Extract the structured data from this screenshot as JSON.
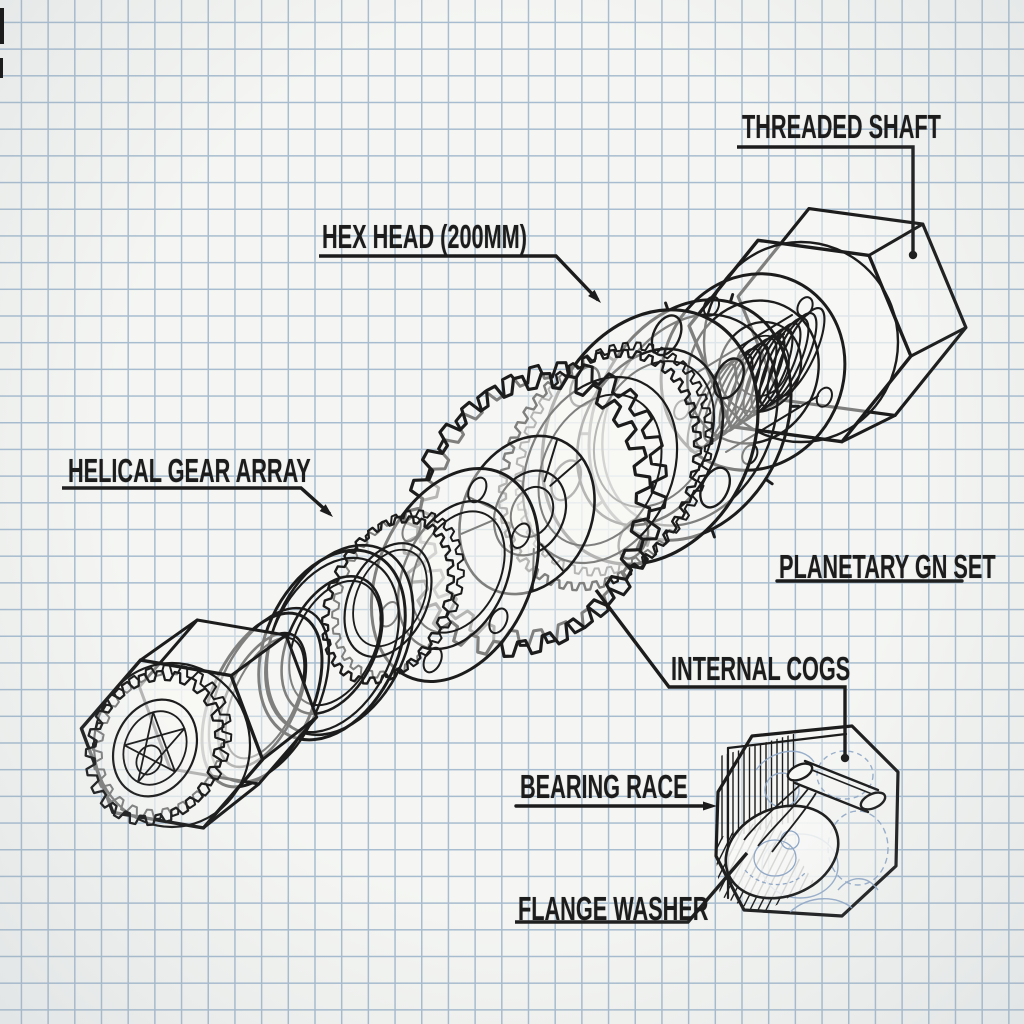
{
  "figure": {
    "type": "exploded-assembly-blueprint",
    "subject": "Exploded view of a bolt, washers and planetary gear assembly drawn on blue graph paper"
  },
  "colors": {
    "paper": "#f5f6f3",
    "grid": "#a7bccf",
    "ink": "#1c1c1c",
    "sketch": "#8fa7c6"
  },
  "labels": {
    "threaded_shaft": {
      "text": "THREADED SHAFT"
    },
    "hex_head": {
      "text": "HEX HEAD (200MM)"
    },
    "helical_gear_array": {
      "text": "HELICAL GEAR ARRAY"
    },
    "planetary_set": {
      "text": "PLANETARY GN SET"
    },
    "internal_cogs": {
      "text": "INTERNAL COGS"
    },
    "bearing_race": {
      "text": "BEARING RACE"
    },
    "flange_washer": {
      "text": "FLANGE WASHER"
    }
  }
}
